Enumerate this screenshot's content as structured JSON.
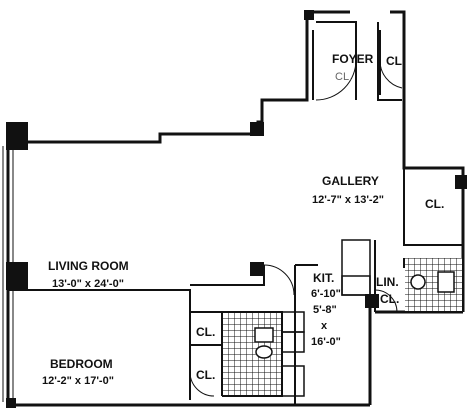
{
  "rooms": {
    "foyer": {
      "name": "FOYER"
    },
    "gallery": {
      "name": "GALLERY",
      "dims": "12'-7\" x 13'-2\""
    },
    "living": {
      "name": "LIVING ROOM",
      "dims": "13'-0\" x 24'-0\""
    },
    "bedroom": {
      "name": "BEDROOM",
      "dims": "12'-2\" x 17'-0\""
    },
    "kitchen": {
      "name": "KIT.",
      "dim1": "6'-10\"",
      "dim2": "5'-8\"",
      "sep": "x",
      "dim3": "16'-0\""
    },
    "linen": {
      "line1": "LIN.",
      "line2": "CL."
    }
  },
  "closets": {
    "foyer_left": "CL.",
    "foyer_right": "CL.",
    "gallery": "CL.",
    "bedroom_upper": "CL.",
    "bedroom_lower": "CL."
  }
}
